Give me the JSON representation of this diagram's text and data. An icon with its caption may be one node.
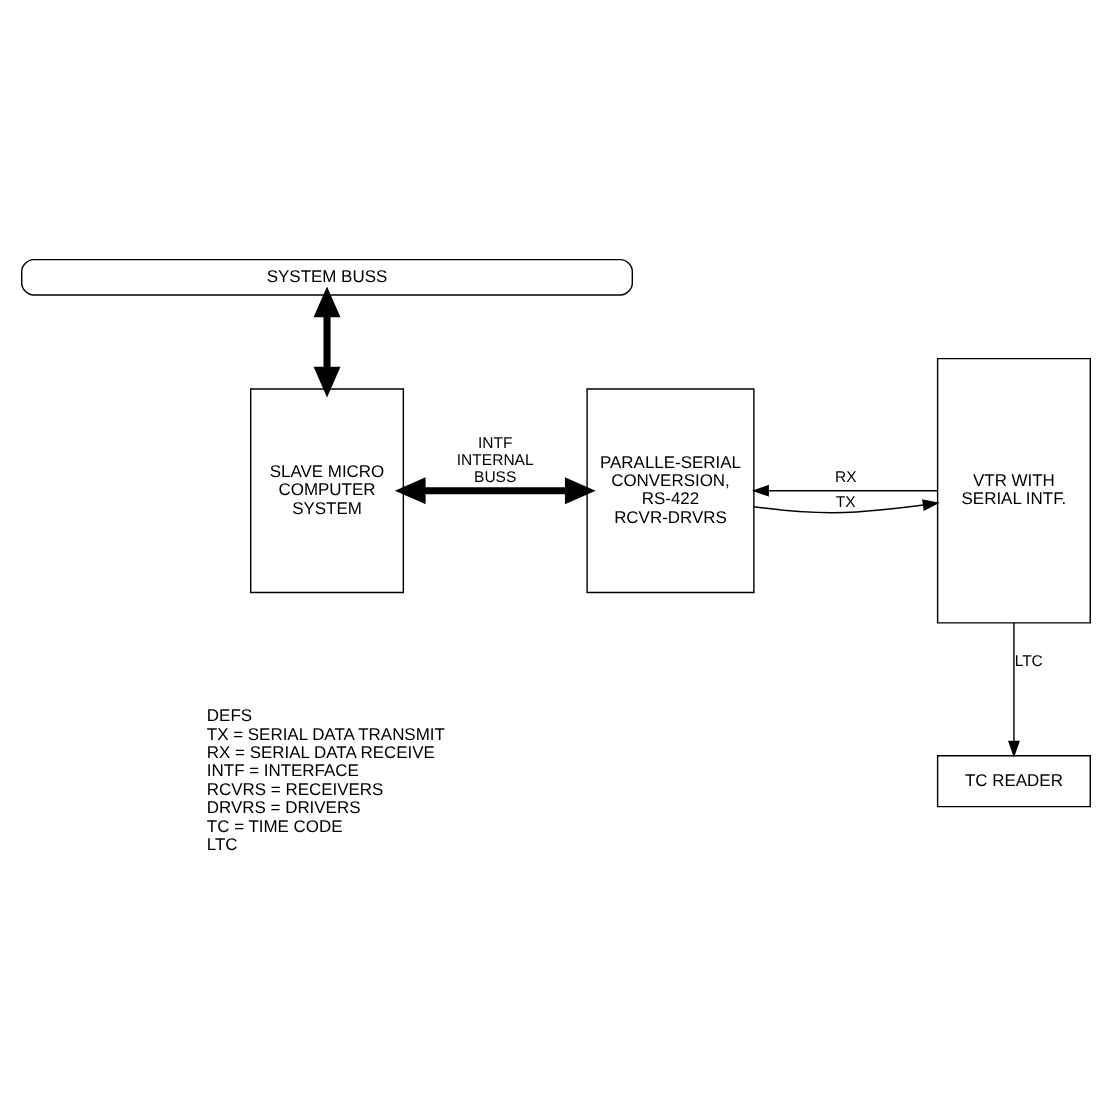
{
  "diagram": {
    "nodes": [
      {
        "text": [
          "SYSTEM BUSS"
        ]
      },
      {
        "text": [
          "SLAVE MICRO COMPUTER SYSTEM"
        ]
      },
      {
        "text": [
          "PARALLE-SERIAL CONVERSION, RS-422 RCVR-DRVRS"
        ]
      },
      {
        "text": [
          "TC READER"
        ]
      },
      {
        "text": [
          "VTR WITH SERIAL INTF."
        ]
      }
    ],
    "edges": [
      {
        "from": 0,
        "to": 1,
        "arrow": "both",
        "style": "thick"
      },
      {
        "from": 1,
        "to": 2,
        "arrow": "both",
        "style": "thick",
        "label": "INTF INTERNAL BUSS"
      },
      {
        "from": 2,
        "to": 4,
        "arrow": "to",
        "label": "TX"
      },
      {
        "from": 4,
        "to": 2,
        "arrow": "to",
        "label": "RX"
      },
      {
        "from": 4,
        "to": 3,
        "arrow": "to",
        "label": "LTC"
      }
    ],
    "labels": [
      "DEFS",
      "TX = SERIAL DATA TRANSMIT",
      "RX = SERIAL DATA RECEIVE",
      "INTF = INTERFACE",
      "RCVRS = RECEIVERS",
      "DRVRS = DRIVERS",
      "TC = TIME CODE",
      "LTC"
    ]
  }
}
